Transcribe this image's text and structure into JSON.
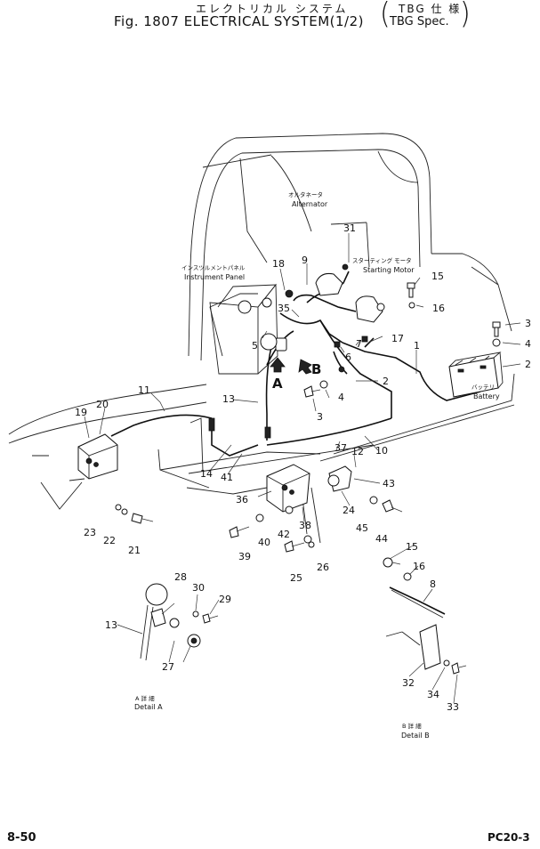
{
  "header": {
    "title_jp": "エレクトリカル システム",
    "title_en": "Fig. 1807 ELECTRICAL SYSTEM(1/2)",
    "spec_jp": "TBG 仕 様",
    "spec_en": "TBG Spec."
  },
  "labels": {
    "alternator_jp": "オルタネータ",
    "alternator_en": "Alternator",
    "starting_motor_jp": "スターティング モータ",
    "starting_motor_en": "Starting Motor",
    "instrument_panel_jp": "インスツルメントパネル",
    "instrument_panel_en": "Instrument Panel",
    "battery_jp": "バッテリ",
    "battery_en": "Battery",
    "detail_a_jp": "A 詳 細",
    "detail_a_en": "Detail A",
    "detail_b_jp": "B 詳 細",
    "detail_b_en": "Detail B",
    "view_a": "A",
    "view_b": "B"
  },
  "callouts": [
    {
      "id": "c31",
      "text": "31"
    },
    {
      "id": "c9",
      "text": "9"
    },
    {
      "id": "c18",
      "text": "18"
    },
    {
      "id": "c15",
      "text": "15"
    },
    {
      "id": "c16",
      "text": "16"
    },
    {
      "id": "c35",
      "text": "35"
    },
    {
      "id": "c17",
      "text": "17"
    },
    {
      "id": "c7",
      "text": "7"
    },
    {
      "id": "c1",
      "text": "1"
    },
    {
      "id": "c3a",
      "text": "3"
    },
    {
      "id": "c4a",
      "text": "4"
    },
    {
      "id": "c2a",
      "text": "2"
    },
    {
      "id": "c5",
      "text": "5"
    },
    {
      "id": "c6",
      "text": "6"
    },
    {
      "id": "c2b",
      "text": "2"
    },
    {
      "id": "c4b",
      "text": "4"
    },
    {
      "id": "c3b",
      "text": "3"
    },
    {
      "id": "c11",
      "text": "11"
    },
    {
      "id": "c13",
      "text": "13"
    },
    {
      "id": "c19",
      "text": "19"
    },
    {
      "id": "c20",
      "text": "20"
    },
    {
      "id": "c10",
      "text": "10"
    },
    {
      "id": "c37",
      "text": "37"
    },
    {
      "id": "c12",
      "text": "12"
    },
    {
      "id": "c14",
      "text": "14"
    },
    {
      "id": "c41",
      "text": "41"
    },
    {
      "id": "c43",
      "text": "43"
    },
    {
      "id": "c36",
      "text": "36"
    },
    {
      "id": "c38",
      "text": "38"
    },
    {
      "id": "c24",
      "text": "24"
    },
    {
      "id": "c45",
      "text": "45"
    },
    {
      "id": "c44",
      "text": "44"
    },
    {
      "id": "c23",
      "text": "23"
    },
    {
      "id": "c22",
      "text": "22"
    },
    {
      "id": "c21",
      "text": "21"
    },
    {
      "id": "c39",
      "text": "39"
    },
    {
      "id": "c40",
      "text": "40"
    },
    {
      "id": "c42",
      "text": "42"
    },
    {
      "id": "c26",
      "text": "26"
    },
    {
      "id": "c25",
      "text": "25"
    },
    {
      "id": "c15b",
      "text": "15"
    },
    {
      "id": "c16b",
      "text": "16"
    },
    {
      "id": "c8",
      "text": "8"
    },
    {
      "id": "c28",
      "text": "28"
    },
    {
      "id": "c30",
      "text": "30"
    },
    {
      "id": "c29",
      "text": "29"
    },
    {
      "id": "c13b",
      "text": "13"
    },
    {
      "id": "c27",
      "text": "27"
    },
    {
      "id": "c32",
      "text": "32"
    },
    {
      "id": "c34",
      "text": "34"
    },
    {
      "id": "c33",
      "text": "33"
    }
  ],
  "footer": {
    "page": "8-50",
    "model": "PC20-3"
  }
}
